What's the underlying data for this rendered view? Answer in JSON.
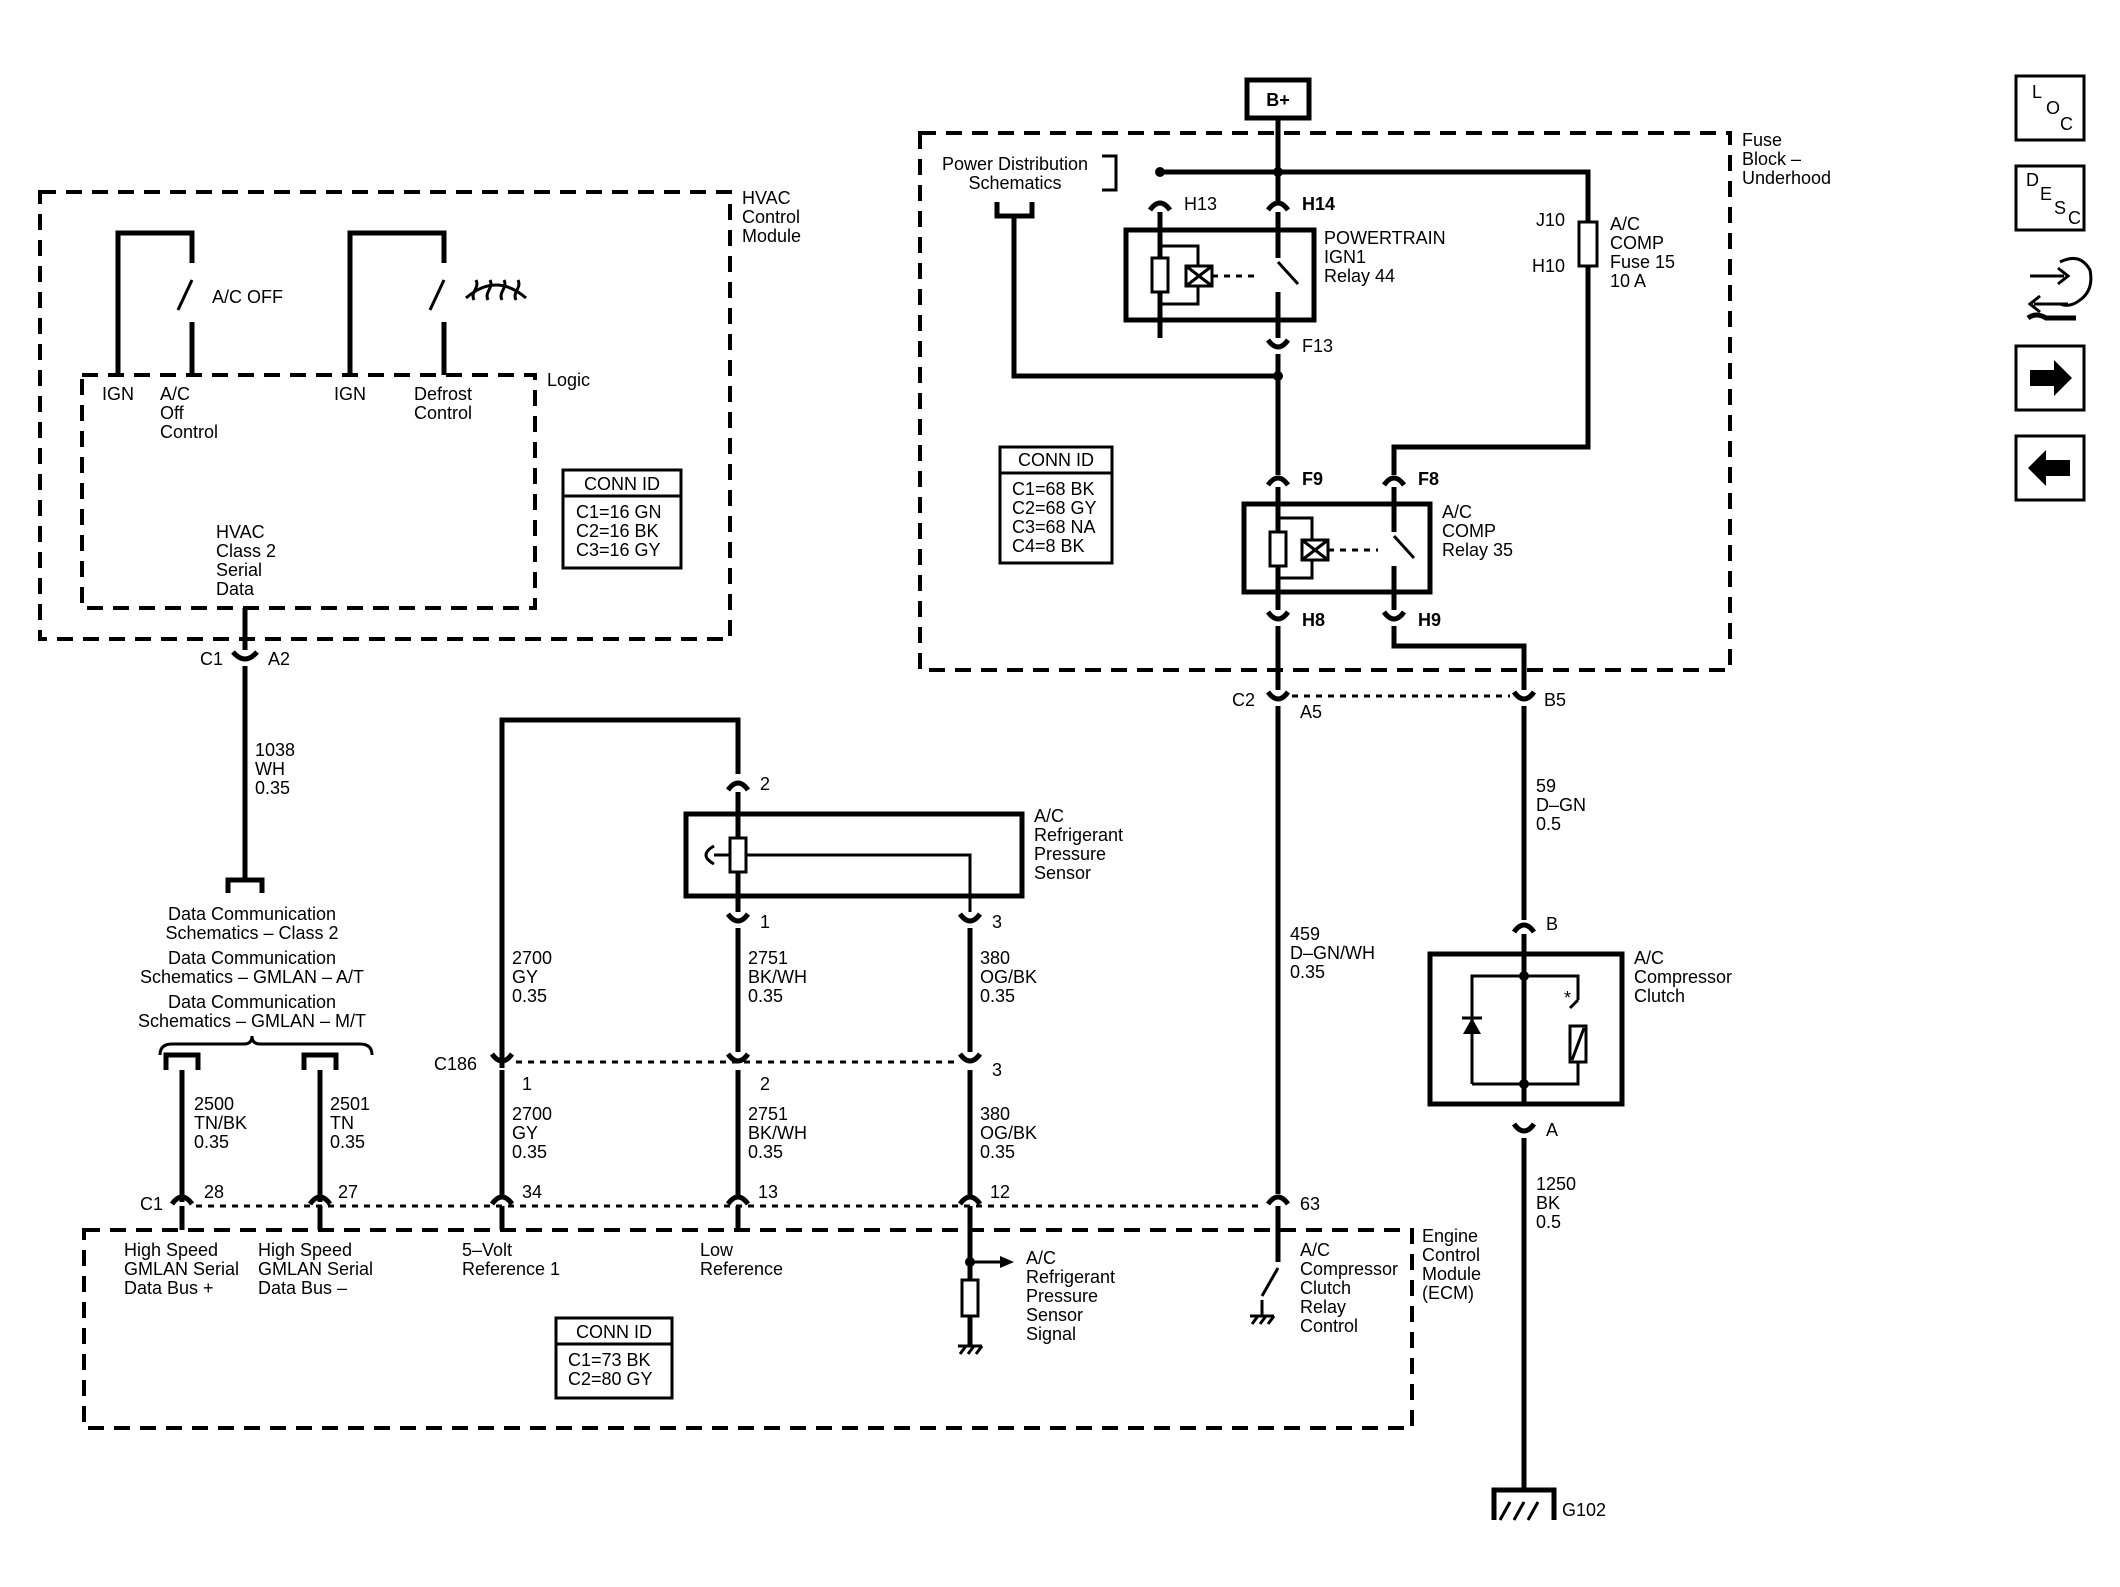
{
  "battery": "B+",
  "hvac": {
    "module_title": [
      "HVAC",
      "Control",
      "Module"
    ],
    "ac_off_switch": "A/C OFF",
    "logic": "Logic",
    "ign1": "IGN",
    "ac_off_control": [
      "A/C",
      "Off",
      "Control"
    ],
    "ign2": "IGN",
    "defrost_control": [
      "Defrost",
      "Control"
    ],
    "serial_data": [
      "HVAC",
      "Class 2",
      "Serial",
      "Data"
    ],
    "conn_title": "CONN ID",
    "conn_lines": [
      "C1=16 GN",
      "C2=16 BK",
      "C3=16 GY"
    ],
    "connector": "C1",
    "pin": "A2"
  },
  "wire_1038": [
    "1038",
    "WH",
    "0.35"
  ],
  "data_comm": [
    "Data Communication",
    "Schematics – Class 2",
    "Data Communication",
    "Schematics – GMLAN – A/T",
    "Data Communication",
    "Schematics – GMLAN – M/T"
  ],
  "fuse_block": {
    "title": [
      "Fuse",
      "Block –",
      "Underhood"
    ],
    "power_dist": [
      "Power Distribution",
      "Schematics"
    ],
    "h13": "H13",
    "h14": "H14",
    "f13": "F13",
    "relay44": [
      "POWERTRAIN",
      "IGN1",
      "Relay 44"
    ],
    "j10": "J10",
    "h10": "H10",
    "fuse15": [
      "A/C",
      "COMP",
      "Fuse 15",
      "10 A"
    ],
    "conn_title": "CONN ID",
    "conn_lines": [
      "C1=68 BK",
      "C2=68 GY",
      "C3=68 NA",
      "C4=8 BK"
    ],
    "f9": "F9",
    "f8": "F8",
    "relay35": [
      "A/C",
      "COMP",
      "Relay 35"
    ],
    "h8": "H8",
    "h9": "H9",
    "connector": "C2",
    "pin_a5": "A5",
    "pin_b5": "B5"
  },
  "sensor": {
    "label": [
      "A/C",
      "Refrigerant",
      "Pressure",
      "Sensor"
    ],
    "pin2": "2",
    "pin1": "1",
    "pin3": "3"
  },
  "wires": {
    "w2700_top": [
      "2700",
      "GY",
      "0.35"
    ],
    "w2751_top": [
      "2751",
      "BK/WH",
      "0.35"
    ],
    "w380_top": [
      "380",
      "OG/BK",
      "0.35"
    ],
    "w2700_bot": [
      "2700",
      "GY",
      "0.35"
    ],
    "w2751_bot": [
      "2751",
      "BK/WH",
      "0.35"
    ],
    "w380_bot": [
      "380",
      "OG/BK",
      "0.35"
    ],
    "w2500": [
      "2500",
      "TN/BK",
      "0.35"
    ],
    "w2501": [
      "2501",
      "TN",
      "0.35"
    ],
    "w459": [
      "459",
      "D–GN/WH",
      "0.35"
    ],
    "w59": [
      "59",
      "D–GN",
      "0.5"
    ],
    "w1250": [
      "1250",
      "BK",
      "0.5"
    ]
  },
  "c186": {
    "name": "C186",
    "p1": "1",
    "p2": "2",
    "p3": "3"
  },
  "compressor": {
    "label": [
      "A/C",
      "Compressor",
      "Clutch"
    ],
    "pin_b": "B",
    "pin_a": "A"
  },
  "ground": "G102",
  "ecm": {
    "title": [
      "Engine",
      "Control",
      "Module",
      "(ECM)"
    ],
    "connector": "C1",
    "pins": [
      "28",
      "27",
      "34",
      "13",
      "12",
      "63"
    ],
    "hs_plus": [
      "High Speed",
      "GMLAN Serial",
      "Data Bus +"
    ],
    "hs_minus": [
      "High Speed",
      "GMLAN Serial",
      "Data Bus –"
    ],
    "ref5v": [
      "5–Volt",
      "Reference 1"
    ],
    "lowref": [
      "Low",
      "Reference"
    ],
    "signal": [
      "A/C",
      "Refrigerant",
      "Pressure",
      "Sensor",
      "Signal"
    ],
    "relay_ctrl": [
      "A/C",
      "Compressor",
      "Clutch",
      "Relay",
      "Control"
    ],
    "conn_title": "CONN ID",
    "conn_lines": [
      "C1=73 BK",
      "C2=80 GY"
    ]
  },
  "nav": {
    "loc": [
      "L",
      "O",
      "C"
    ],
    "desc": [
      "D",
      "E",
      "S",
      "C"
    ]
  }
}
